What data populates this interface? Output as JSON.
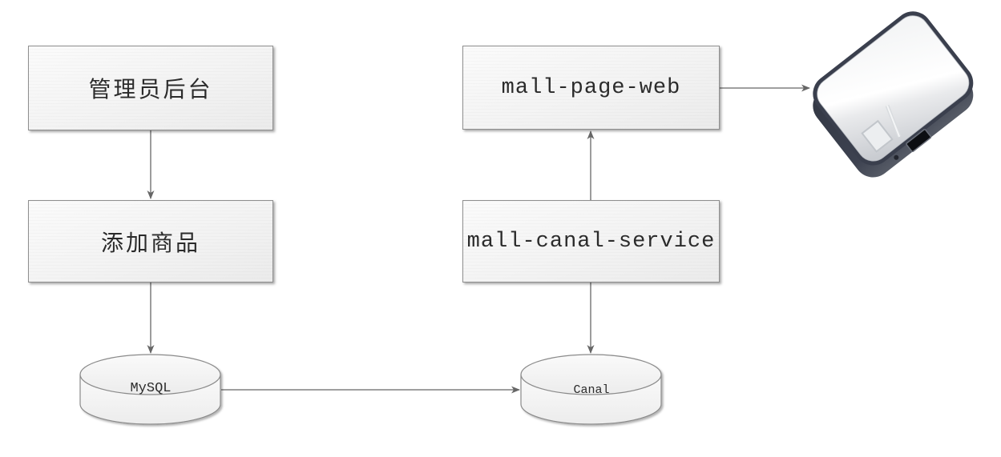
{
  "diagram": {
    "title": "mall product sync flow",
    "nodes": {
      "admin": {
        "label": "管理员后台",
        "shape": "rect"
      },
      "add_product": {
        "label": "添加商品",
        "shape": "rect"
      },
      "mysql": {
        "label": "MySQL",
        "shape": "cylinder"
      },
      "canal": {
        "label": "Canal",
        "shape": "cylinder"
      },
      "mall_page_web": {
        "label": "mall-page-web",
        "shape": "rect"
      },
      "mall_canal_service": {
        "label": "mall-canal-service",
        "shape": "rect"
      },
      "hard_drive": {
        "label": "",
        "shape": "external-hard-drive-icon"
      }
    },
    "edges": [
      {
        "from": "admin",
        "to": "add_product",
        "direction": "down"
      },
      {
        "from": "add_product",
        "to": "mysql",
        "direction": "down"
      },
      {
        "from": "mysql",
        "to": "canal",
        "direction": "right"
      },
      {
        "from": "mall_canal_service",
        "to": "canal",
        "direction": "down"
      },
      {
        "from": "mall_canal_service",
        "to": "mall_page_web",
        "direction": "up"
      },
      {
        "from": "mall_page_web",
        "to": "hard_drive",
        "direction": "right"
      }
    ],
    "colors": {
      "background": "#ffffff",
      "connector": "#666666",
      "node_border": "#8f8f8f",
      "node_fill": "#f3f3f3",
      "cylinder_fill": "#f5f5f5",
      "text": "#2b2b2b",
      "drive_dark": "#3a3f4d"
    }
  }
}
